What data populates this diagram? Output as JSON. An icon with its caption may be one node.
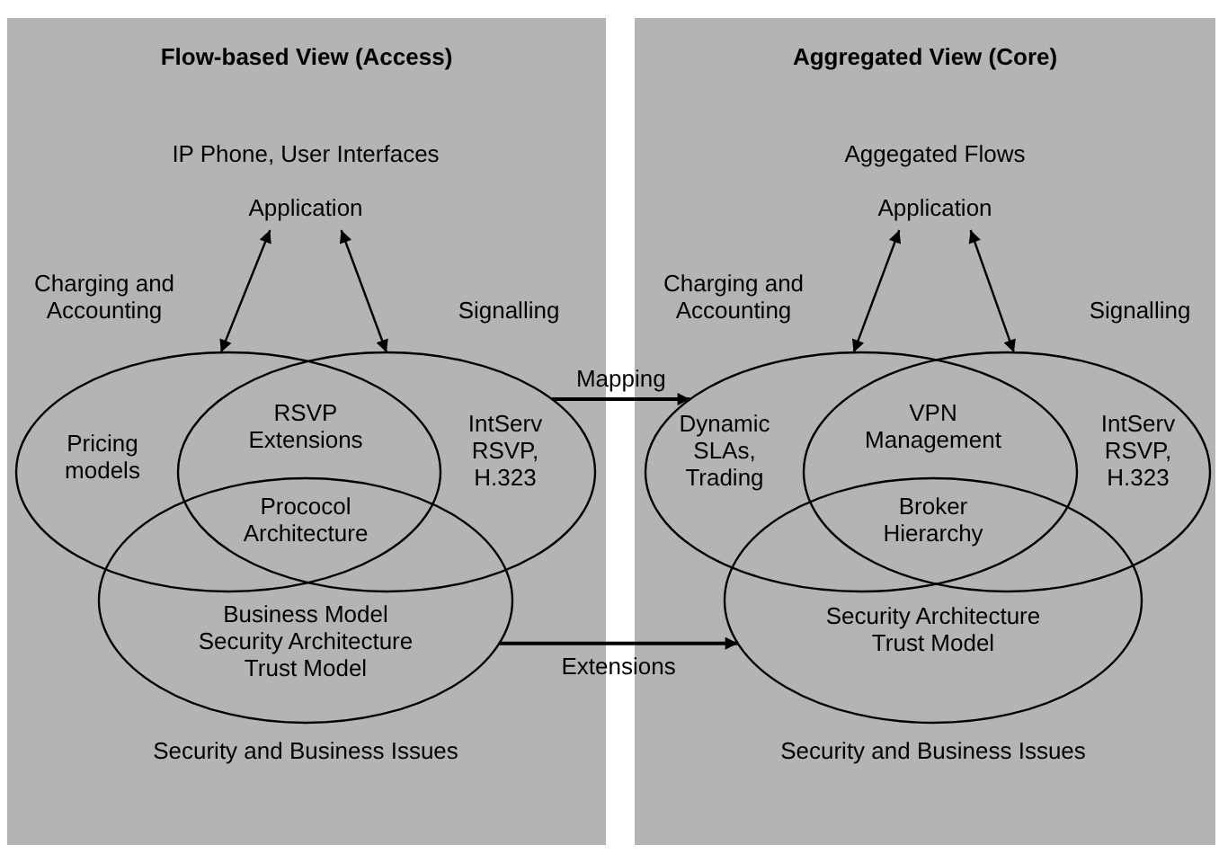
{
  "diagram": {
    "nodes": [
      {
        "text": [
          "Flow-based View (Access)"
        ]
      },
      {
        "text": [
          "Application"
        ],
        "beside": [
          "IP Phone, User Interfaces"
        ],
        "in": 0
      },
      {
        "text": [
          "Charging and Accounting",
          "Pricing models"
        ],
        "in": 0
      },
      {
        "text": [
          "Signalling",
          "IntServ RSVP, H.323"
        ],
        "in": 0
      },
      {
        "text": [
          "Business Model Security Architecture Trust Model",
          "Security and Business Issues"
        ],
        "in": 0
      },
      {
        "text": [
          "Aggregated View (Core)"
        ]
      },
      {
        "text": [
          "Application"
        ],
        "beside": [
          "Aggegated Flows"
        ],
        "in": 5
      },
      {
        "text": [
          "Charging and Accounting",
          "Dynamic SLAs, Trading"
        ],
        "in": 5
      },
      {
        "text": [
          "Signalling",
          "IntServ RSVP, H.323"
        ],
        "in": 5
      },
      {
        "text": [
          "Security Architecture Trust Model",
          "Security and Business Issues"
        ],
        "in": 5
      }
    ],
    "edges": [
      {
        "from": 1,
        "to": 2,
        "arrow": "both"
      },
      {
        "from": 1,
        "to": 3,
        "arrow": "both"
      },
      {
        "from": 6,
        "to": 7,
        "arrow": "both"
      },
      {
        "from": 6,
        "to": 8,
        "arrow": "both"
      },
      {
        "from": 3,
        "to": 7,
        "arrow": "to",
        "label": "Mapping"
      },
      {
        "from": 4,
        "to": 9,
        "arrow": "to",
        "label": "Extensions"
      }
    ],
    "labels": [
      "RSVP Extensions",
      "Prococol Architecture",
      "VPN Management",
      "Broker Hierarchy"
    ]
  }
}
